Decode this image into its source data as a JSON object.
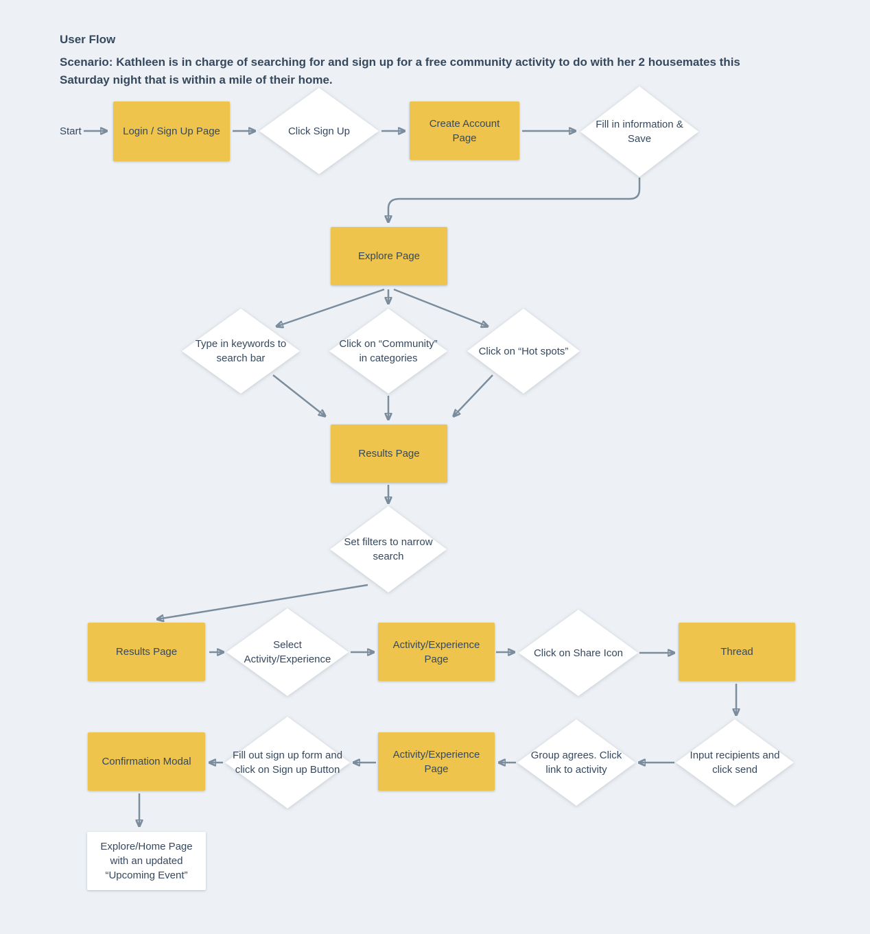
{
  "header": {
    "title": "User Flow",
    "scenario": "Scenario: Kathleen is in charge of searching for and sign up for a free community activity to do with her 2 housemates this Saturday night that is within a mile of their home."
  },
  "colors": {
    "background": "#edf1f5",
    "node_yellow": "#eec44d",
    "node_white": "#ffffff",
    "text": "#35485e",
    "arrow": "#7b8c9d"
  },
  "nodes": {
    "start": {
      "label": "Start"
    },
    "login": {
      "label": "Login / Sign Up Page"
    },
    "click_signup": {
      "label": "Click Sign Up"
    },
    "create_account": {
      "label": "Create Account Page"
    },
    "fill_info": {
      "label": "Fill in information & Save"
    },
    "explore": {
      "label": "Explore Page"
    },
    "keywords": {
      "label": "Type in keywords to search bar"
    },
    "community": {
      "label": "Click on “Community” in categories"
    },
    "hotspots": {
      "label": "Click on “Hot spots”"
    },
    "results1": {
      "label": "Results Page"
    },
    "filters": {
      "label": "Set filters to narrow search"
    },
    "results2": {
      "label": "Results Page"
    },
    "select_activity": {
      "label": "Select Activity/Experience"
    },
    "activity1": {
      "label": "Activity/Experience Page"
    },
    "share": {
      "label": "Click on Share Icon"
    },
    "thread": {
      "label": "Thread"
    },
    "recipients": {
      "label": "Input recipients and click send"
    },
    "group_agrees": {
      "label": "Group agrees. Click link to activity"
    },
    "activity2": {
      "label": "Activity/Experience Page"
    },
    "signup_form": {
      "label": "Fill out sign up form and click on Sign up Button"
    },
    "confirmation": {
      "label": "Confirmation Modal"
    },
    "explore_home": {
      "label": "Explore/Home Page with an updated “Upcoming Event”"
    }
  }
}
